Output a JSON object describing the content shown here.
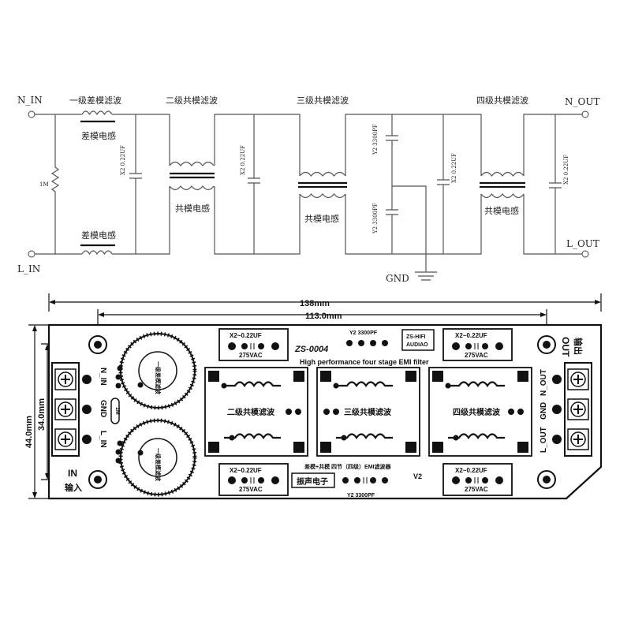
{
  "schematic": {
    "n_in": "N_IN",
    "l_in": "L_IN",
    "n_out": "N_OUT",
    "l_out": "L_OUT",
    "gnd": "GND",
    "resistor": "1M",
    "stage1": "一级差模滤波",
    "stage2": "二级共模滤波",
    "stage3": "三级共模滤波",
    "stage4": "四级共模滤波",
    "diff_inductor": "差模电感",
    "cm_inductor": "共模电感",
    "cap_x2": "X2 0.22UF",
    "cap_y2": "Y2 3300PF"
  },
  "board": {
    "dim_138": "138mm",
    "dim_113": "113.0mm",
    "dim_44": "44.0mm",
    "dim_34": "34.0mm",
    "model": "ZS-0004",
    "subtitle": "High performance four stage EMI filter",
    "cap_x2": "X2~0.22UF",
    "cap_275": "275VAC",
    "cap_y2": "Y2 3300PF",
    "brand_line1": "ZS-HIFI",
    "brand_line2": "AUDIAO",
    "stage2": "二级共模滤波",
    "stage3": "三级共模滤波",
    "stage4": "四级共模滤波",
    "toroid": "一级差模滤波",
    "resistor": "1M",
    "in_label": "IN",
    "in_cn": "输入",
    "out_label": "OUT",
    "out_cn": "输出",
    "n_in": "N_IN",
    "gnd": "GND",
    "l_in": "L_IN",
    "n_out": "N_OUT",
    "l_out": "L_OUT",
    "bottom_desc": "差模+共模 四节（四级）EMI滤波器",
    "maker": "振声电子",
    "version": "V2"
  }
}
